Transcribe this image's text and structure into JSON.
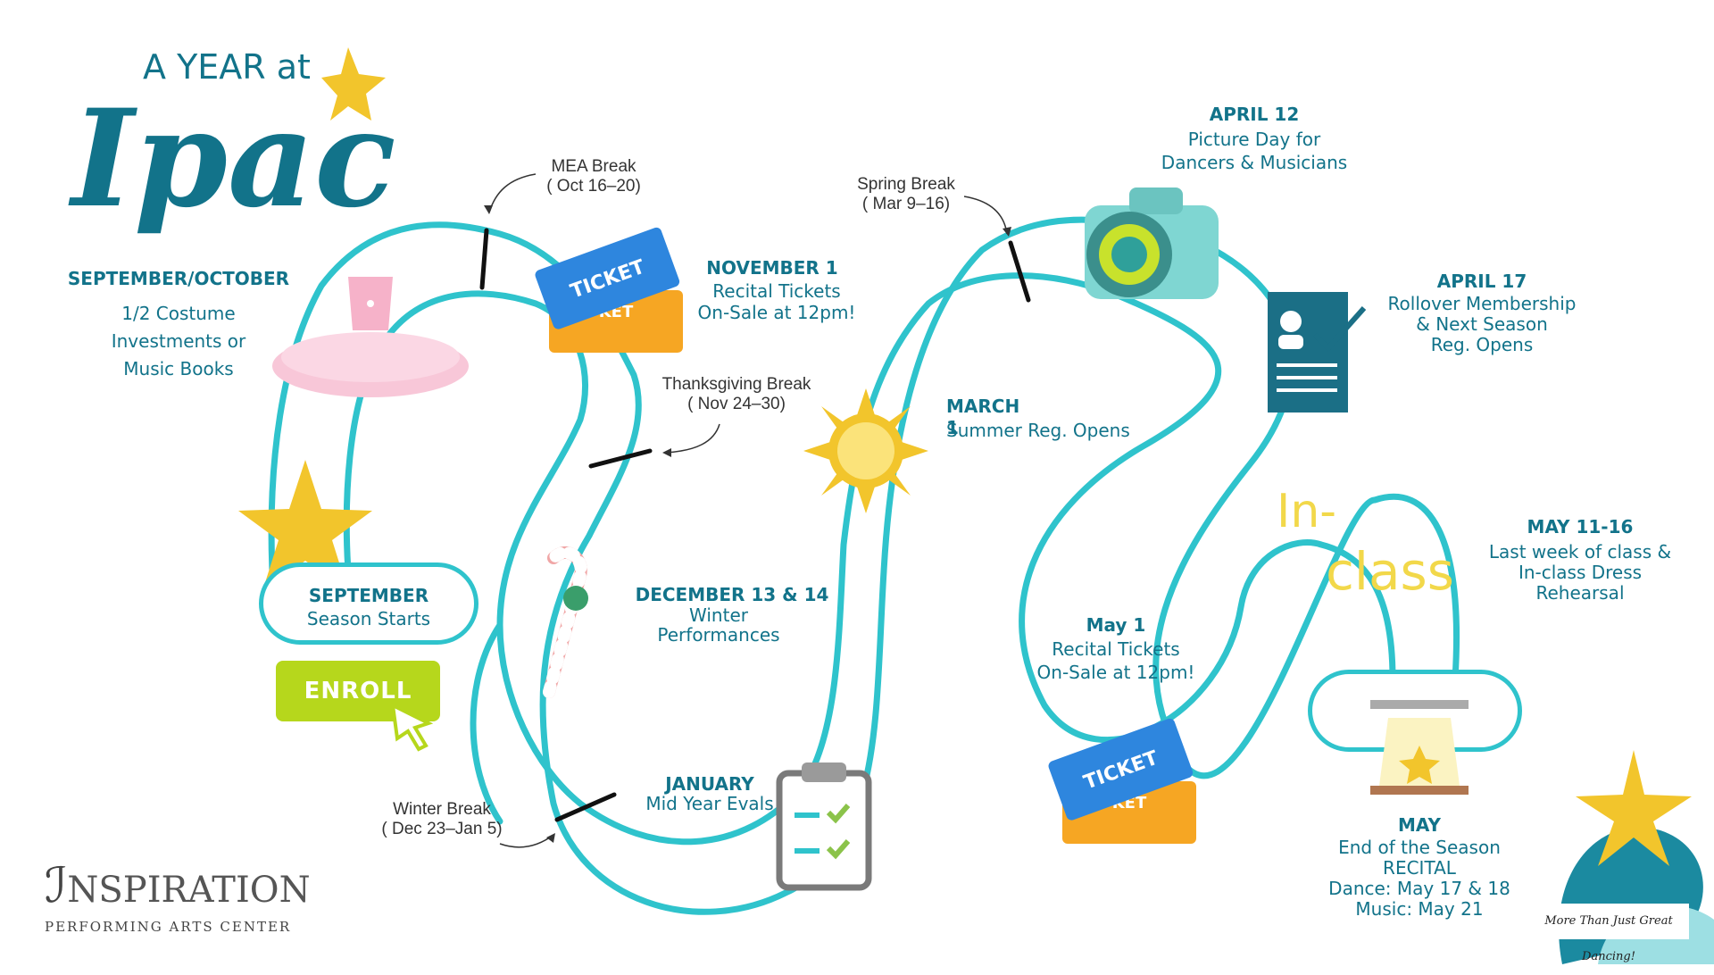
{
  "title": {
    "line1": "A YEAR at",
    "line2": "Ipac"
  },
  "colors": {
    "teal": "#12738a",
    "road": "#2fc3cc",
    "yellow": "#f2c52c",
    "green": "#b6d71c"
  },
  "events": {
    "sep_oct": {
      "heading": "SEPTEMBER/OCTOBER",
      "text": [
        "1/2 Costume",
        "Investments or",
        "Music Books"
      ]
    },
    "september": {
      "heading": "SEPTEMBER",
      "text": "Season Starts"
    },
    "enroll": {
      "label": "ENROLL"
    },
    "nov": {
      "heading": "NOVEMBER 1",
      "text": [
        "Recital Tickets",
        "On-Sale at 12pm!"
      ]
    },
    "dec": {
      "heading": "DECEMBER 13 & 14",
      "text": [
        "Winter",
        "Performances"
      ]
    },
    "jan": {
      "heading": "JANUARY",
      "text": "Mid Year Evals"
    },
    "mar": {
      "heading": "MARCH 1",
      "text": "Summer Reg. Opens"
    },
    "apr12": {
      "heading": "APRIL 12",
      "text": [
        "Picture Day for",
        "Dancers & Musicians"
      ]
    },
    "apr17": {
      "heading": "APRIL 17",
      "text": [
        "Rollover Membership",
        "& Next Season",
        "Reg. Opens"
      ]
    },
    "may1": {
      "heading": "May 1",
      "text": [
        "Recital Tickets",
        "On-Sale at 12pm!"
      ]
    },
    "may11": {
      "heading": "MAY 11-16",
      "text": [
        "Last week of class &",
        "In-class Dress",
        "Rehearsal"
      ]
    },
    "may": {
      "heading": "MAY",
      "text": [
        "End of the Season",
        "RECITAL",
        "Dance: May 17 & 18",
        "Music: May 21"
      ]
    }
  },
  "breaks": {
    "mea": [
      "MEA Break",
      "( Oct 16–20)"
    ],
    "thanksgiving": [
      "Thanksgiving Break",
      "( Nov 24–30)"
    ],
    "winter": [
      "Winter Break",
      "( Dec 23–Jan 5)"
    ],
    "spring": [
      "Spring Break",
      "( Mar 9–16)"
    ]
  },
  "inclass": {
    "line1": "In-",
    "line2": "class"
  },
  "ticket": {
    "label": "TICKET",
    "stub_label": "KET"
  },
  "logo": {
    "name": "NSPIRATION",
    "subtitle": "PERFORMING ARTS CENTER"
  },
  "tagline": "More Than Just Great Dancing!"
}
